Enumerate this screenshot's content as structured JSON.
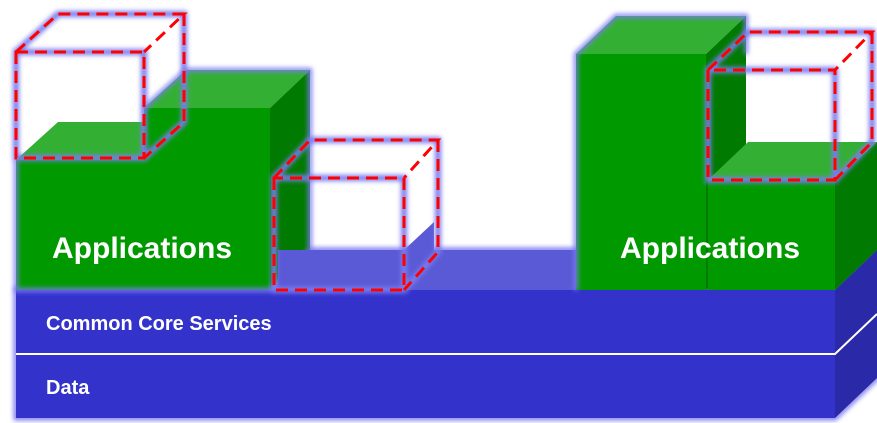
{
  "labels": {
    "applications_left": "Applications",
    "applications_right": "Applications",
    "common_core_services": "Common Core Services",
    "data": "Data"
  },
  "colors": {
    "platform_front": "#3333cc",
    "platform_top": "#5a5ad6",
    "platform_side": "#2a2aa8",
    "block_front": "#009a00",
    "block_top": "#33b033",
    "block_side": "#007a00",
    "outline": "#7a7af0",
    "placeholder": "#ff0000",
    "divider": "#ffffff"
  }
}
